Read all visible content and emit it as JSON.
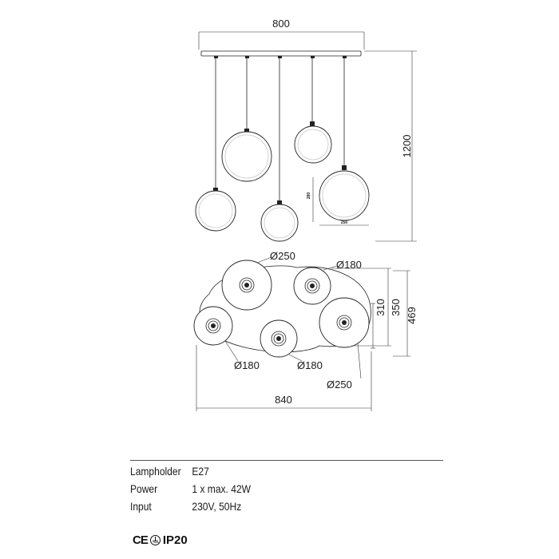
{
  "dimensions": {
    "canopy_width": "800",
    "height": "1200",
    "sphere_height_small": "280",
    "sphere_width_small": "250",
    "diameter_top_left": "Ø250",
    "diameter_top_right": "Ø180",
    "diameter_bottom_left": "Ø180",
    "diameter_bottom_mid": "Ø180",
    "diameter_bottom_right": "Ø250",
    "depth_310": "310",
    "depth_350": "350",
    "depth_469": "469",
    "base_width": "840"
  },
  "specs": [
    {
      "label": "Lampholder",
      "value": "E27"
    },
    {
      "label": "Power",
      "value": "1 x max. 42W"
    },
    {
      "label": "Input",
      "value": "230V, 50Hz"
    }
  ],
  "certifications": {
    "ce": "CE",
    "ground_icon": "protective-earth-icon",
    "ip": "IP20"
  }
}
